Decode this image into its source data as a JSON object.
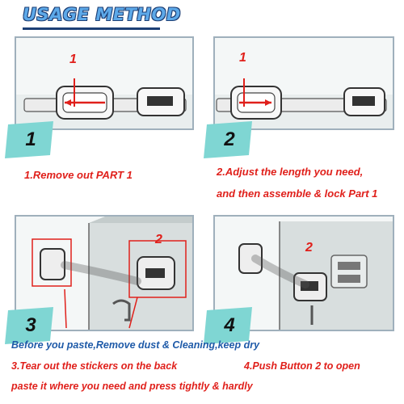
{
  "title": "USAGE METHOD",
  "steps": [
    {
      "number": "1",
      "caption": "1.Remove out  PART 1",
      "marker": "1"
    },
    {
      "number": "2",
      "caption_line1": "2.Adjust the length you need,",
      "caption_line2": "and then assemble & lock Part 1",
      "marker": "1"
    },
    {
      "number": "3",
      "caption": "3.Tear out the stickers on the back",
      "marker": "2"
    },
    {
      "number": "4",
      "caption": "4.Push Button 2 to open",
      "marker": "2"
    }
  ],
  "step1_part_label": "1",
  "step2_part_label": "1",
  "step3_part_label": "2",
  "step4_part_label": "2",
  "note_blue": "Before you paste,Remove dust & Cleaning,keep dry",
  "note_bottom": "paste it where you need and press tightly & hardly",
  "colors": {
    "accent_red": "#e0201b",
    "accent_blue": "#1e5aa8",
    "badge_teal": "#7fd6d3",
    "title_blue": "#5da9e9"
  }
}
